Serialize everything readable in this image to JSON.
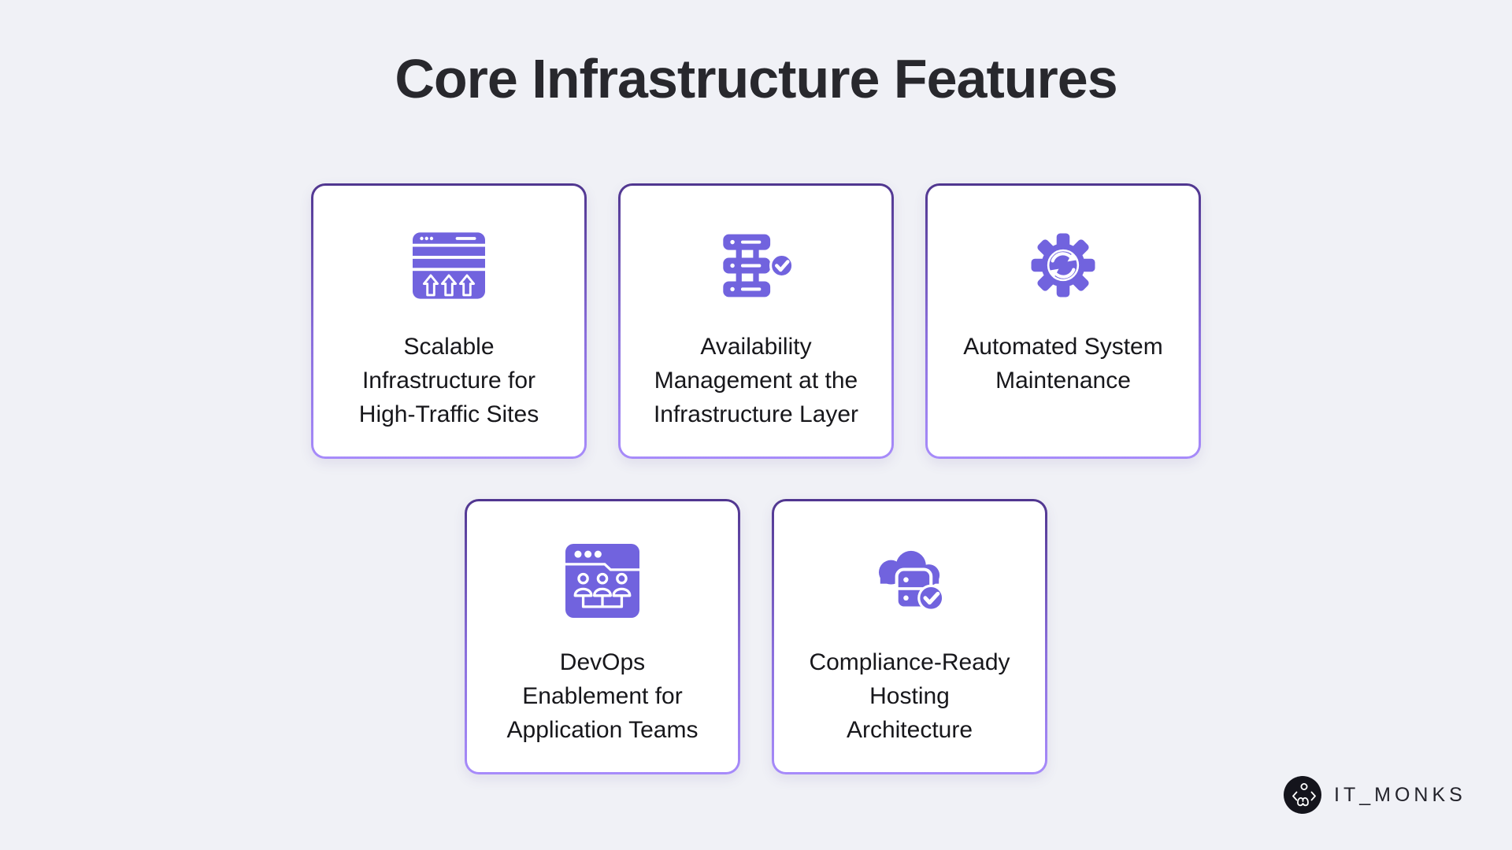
{
  "title": "Core Infrastructure Features",
  "colors": {
    "background": "#F0F1F6",
    "card_background": "#FFFFFF",
    "icon_purple": "#7163DE",
    "border_gradient_top": "#50368F",
    "border_gradient_bottom": "#A78BFA",
    "title_color": "#28282D",
    "text_color": "#17171B",
    "logo_circle_color": "#14141C"
  },
  "cards": [
    {
      "icon": "scalable-infrastructure-icon",
      "lines": [
        "Scalable",
        "Infrastructure for",
        "High-Traffic Sites"
      ]
    },
    {
      "icon": "availability-server-check-icon",
      "lines": [
        "Availability",
        "Management at the",
        "Infrastructure Layer"
      ]
    },
    {
      "icon": "automated-gear-sync-icon",
      "lines": [
        "Automated System",
        "Maintenance"
      ]
    },
    {
      "icon": "devops-team-window-icon",
      "lines": [
        "DevOps",
        "Enablement for",
        "Application Teams"
      ]
    },
    {
      "icon": "compliance-cloud-check-icon",
      "lines": [
        "Compliance-Ready",
        "Hosting",
        "Architecture"
      ]
    }
  ],
  "logo": {
    "text": "IT_MONKS",
    "icon": "monk-meditation-icon"
  }
}
